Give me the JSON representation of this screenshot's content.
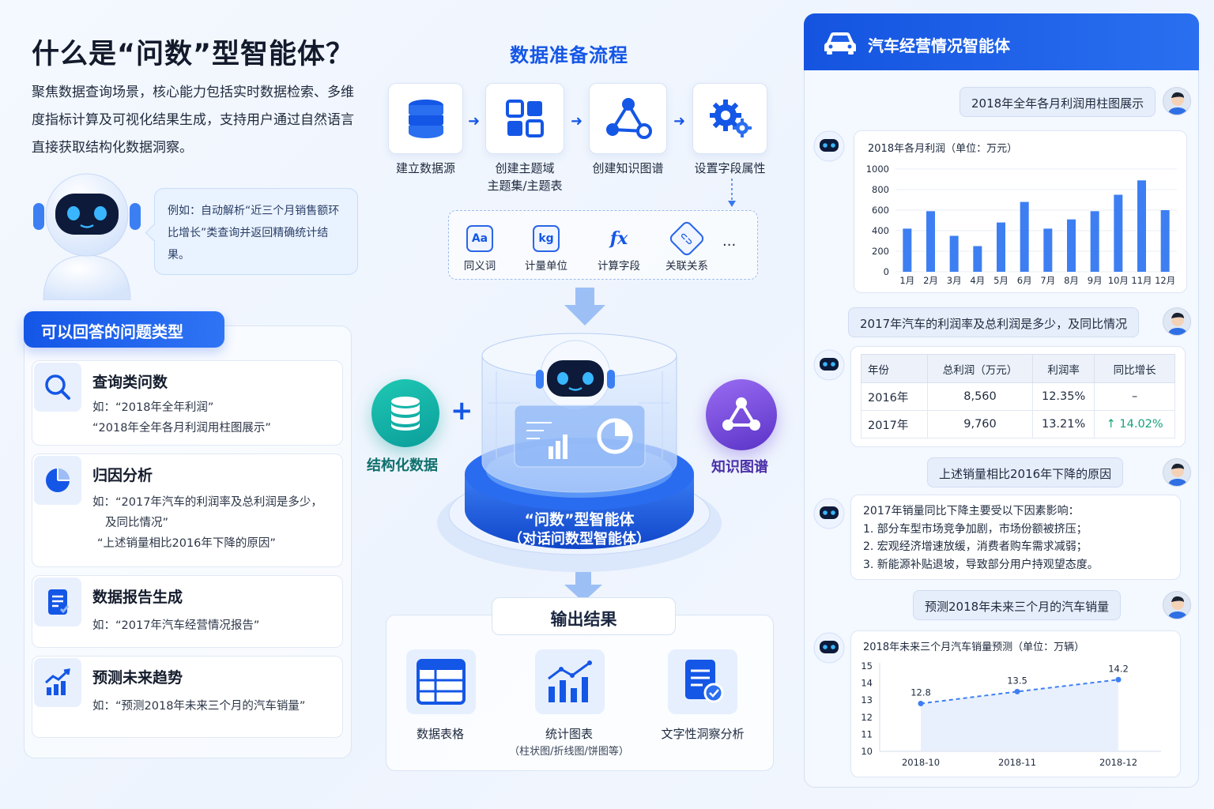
{
  "left": {
    "title": "什么是“问数”型智能体？",
    "intro": "聚焦数据查询场景，核心能力包括实时数据检索、多维度指标计算及可视化结果生成，支持用户通过自然语言直接获取结构化数据洞察。",
    "bubble": "例如：自动解析“近三个月销售额环比增长”类查询并返回精确统计结果。",
    "types_header": "可以回答的问题类型",
    "types": [
      {
        "title": "查询类问数",
        "examples": [
          "如：“2018年全年利润”",
          "“2018年全年各月利润用柱图展示”"
        ],
        "icon": "search-icon"
      },
      {
        "title": "归因分析",
        "examples": [
          "如：“2017年汽车的利润率及总利润是多少，",
          "及同比情况”",
          "“上述销量相比2016年下降的原因”"
        ],
        "icon": "pie-chart-icon"
      },
      {
        "title": "数据报告生成",
        "examples": [
          "如：“2017年汽车经营情况报告”"
        ],
        "icon": "report-icon"
      },
      {
        "title": "预测未来趋势",
        "examples": [
          "如：“预测2018年未来三个月的汽车销量”"
        ],
        "icon": "trend-icon"
      }
    ]
  },
  "middle": {
    "flow_title": "数据准备流程",
    "steps": [
      {
        "label": "建立数据源",
        "icon": "database-icon"
      },
      {
        "label": "创建主题域",
        "label2": "主题集/主题表",
        "icon": "grid-icon"
      },
      {
        "label": "创建知识图谱",
        "icon": "graph-icon"
      },
      {
        "label": "设置字段属性",
        "icon": "gear-icon"
      }
    ],
    "attributes": [
      {
        "label": "同义词",
        "glyph": "Aa"
      },
      {
        "label": "计量单位",
        "glyph": "kg"
      },
      {
        "label": "计算字段",
        "glyph": "fx"
      },
      {
        "label": "关联关系",
        "glyph": "⊂⊃"
      }
    ],
    "attributes_more": "...",
    "structured_label": "结构化数据",
    "plus": "+",
    "kg_label": "知识图谱",
    "center_line1": "“问数”型智能体",
    "center_line2": "（对话问数型智能体）",
    "output_title": "输出结果",
    "outputs": [
      {
        "label": "数据表格",
        "sub": ""
      },
      {
        "label": "统计图表",
        "sub": "（柱状图/折线图/饼图等）"
      },
      {
        "label": "文字性洞察分析",
        "sub": ""
      }
    ]
  },
  "chat": {
    "title": "汽车经营情况智能体",
    "q1": "2018年全年各月利润用柱图展示",
    "q2": "2017年汽车的利润率及总利润是多少，及同比情况",
    "q3": "上述销量相比2016年下降的原因",
    "q4": "预测2018年未来三个月的汽车销量",
    "table": {
      "headers": [
        "年份",
        "总利润（万元）",
        "利润率",
        "同比增长"
      ],
      "rows": [
        [
          "2016年",
          "8,560",
          "12.35%",
          "–"
        ],
        [
          "2017年",
          "9,760",
          "13.21%",
          "↑ 14.02%"
        ]
      ]
    },
    "reason": [
      "2017年销量同比下降主要受以下因素影响：",
      "1. 部分车型市场竞争加剧，市场份额被挤压；",
      "2. 宏观经济增速放缓，消费者购车需求减弱；",
      "3. 新能源补贴退坡，导致部分用户持观望态度。"
    ],
    "accent": "#1456e6",
    "bar_color": "#3d7ff2",
    "growth_color": "#12a37a"
  },
  "chart_data": [
    {
      "type": "bar",
      "title": "2018年各月利润（单位：万元）",
      "categories": [
        "1月",
        "2月",
        "3月",
        "4月",
        "5月",
        "6月",
        "7月",
        "8月",
        "9月",
        "10月",
        "11月",
        "12月"
      ],
      "values": [
        420,
        590,
        350,
        250,
        480,
        680,
        420,
        510,
        590,
        750,
        890,
        600
      ],
      "ylim": [
        0,
        1000
      ],
      "yticks": [
        0,
        200,
        400,
        600,
        800,
        1000
      ],
      "grid": true
    },
    {
      "type": "line",
      "title": "2018年未来三个月汽车销量预测（单位：万辆）",
      "x": [
        "2018-10",
        "2018-11",
        "2018-12"
      ],
      "values": [
        12.8,
        13.5,
        14.2
      ],
      "ylim": [
        10,
        15
      ],
      "yticks": [
        10,
        11,
        12,
        13,
        14,
        15
      ],
      "grid": false
    }
  ]
}
